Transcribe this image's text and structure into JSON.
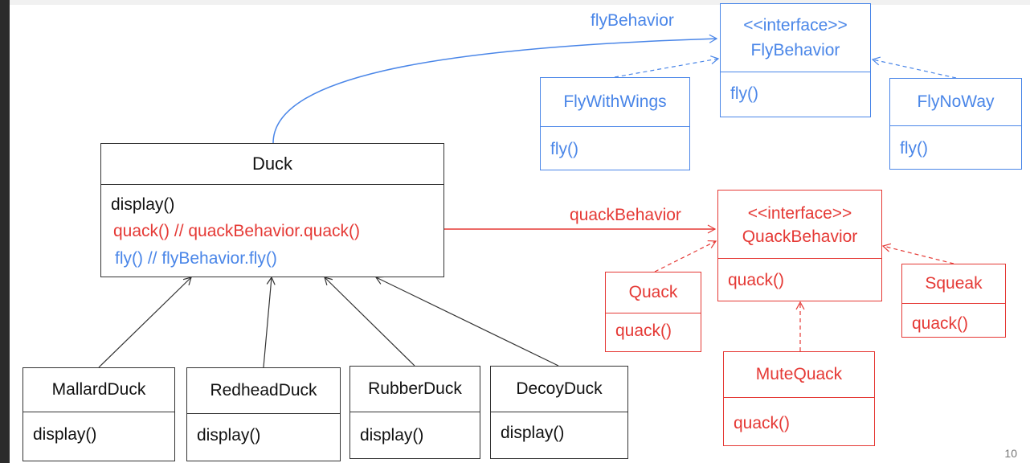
{
  "duck": {
    "name": "Duck",
    "methods": {
      "display": "display()",
      "quack": "quack() // quackBehavior.quack()",
      "fly": "fly() // flyBehavior.fly()"
    }
  },
  "subclasses": [
    {
      "name": "MallardDuck",
      "method": "display()"
    },
    {
      "name": "RedheadDuck",
      "method": "display()"
    },
    {
      "name": "RubberDuck",
      "method": "display()"
    },
    {
      "name": "DecoyDuck",
      "method": "display()"
    }
  ],
  "fly_behavior": {
    "association_label": "flyBehavior",
    "stereotype": "<<interface>>",
    "name": "FlyBehavior",
    "method": "fly()",
    "implementations": [
      {
        "name": "FlyWithWings",
        "method": "fly()"
      },
      {
        "name": "FlyNoWay",
        "method": "fly()"
      }
    ]
  },
  "quack_behavior": {
    "association_label": "quackBehavior",
    "stereotype": "<<interface>>",
    "name": "QuackBehavior",
    "method": "quack()",
    "implementations": [
      {
        "name": "Quack",
        "method": "quack()"
      },
      {
        "name": "Squeak",
        "method": "quack()"
      },
      {
        "name": "MuteQuack",
        "method": "quack()"
      }
    ]
  },
  "colors": {
    "fly": "#4a86e8",
    "quack": "#e53935",
    "base": "#333333"
  },
  "page_number": "10"
}
